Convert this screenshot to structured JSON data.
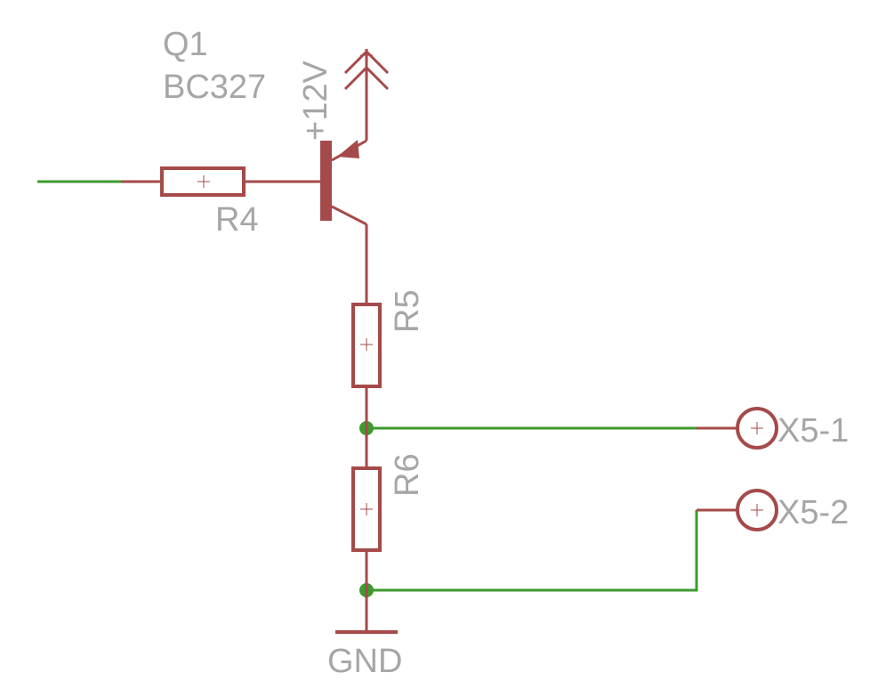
{
  "colors": {
    "background": "#ffffff",
    "symbol": "#a54a4a",
    "net": "#3c9a2e",
    "label": "#a6a6a6"
  },
  "components": {
    "q1": {
      "name": "Q1",
      "value": "BC327"
    },
    "supply": {
      "label": "+12V"
    },
    "r4": {
      "name": "R4"
    },
    "r5": {
      "name": "R5"
    },
    "r6": {
      "name": "R6"
    },
    "gnd": {
      "label": "GND"
    },
    "x5_1": {
      "name": "X5-1"
    },
    "x5_2": {
      "name": "X5-2"
    }
  }
}
